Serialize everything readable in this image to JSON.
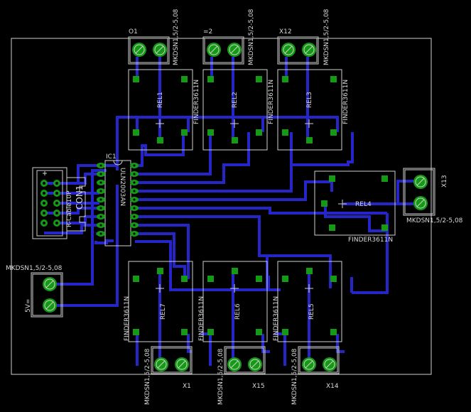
{
  "colors": {
    "background": "#000000",
    "trace": "#2525c8",
    "pad": "#159a15",
    "silkscreen": "#cfcfcf"
  },
  "board": {
    "ic": {
      "name": "IC1",
      "value": "ULN2003AN"
    },
    "connector": {
      "name": "CON1",
      "value": "R-Cable10P"
    },
    "relays": [
      {
        "name": "REL1",
        "value": "FINDER3611N"
      },
      {
        "name": "REL2",
        "value": "FINDER3611N"
      },
      {
        "name": "REL3",
        "value": "FINDER3611N"
      },
      {
        "name": "REL4",
        "value": "FINDER3611N"
      },
      {
        "name": "REL5",
        "value": "FINDER3611N"
      },
      {
        "name": "REL6",
        "value": "FINDER3611N"
      },
      {
        "name": "REL7",
        "value": "FINDER3611N"
      }
    ],
    "terminals": [
      {
        "name": "O1",
        "value": "MKDSN1,5/2-5,08"
      },
      {
        "name": "=2",
        "value": "MKDSN1,5/2-5,08"
      },
      {
        "name": "X12",
        "value": "MKDSN1,5/2-5,08"
      },
      {
        "name": "X13",
        "value": "MKDSN1,5/2-5,08"
      },
      {
        "name": "5V=",
        "value": "MKDSN1,5/2-5,08"
      },
      {
        "name": "X1",
        "value": "MKDSN1,5/2-5,08"
      },
      {
        "name": "X15",
        "value": "MKDSN1,5/2-5,08"
      },
      {
        "name": "X14",
        "value": "MKDSN1,5/2-5,08"
      }
    ]
  }
}
